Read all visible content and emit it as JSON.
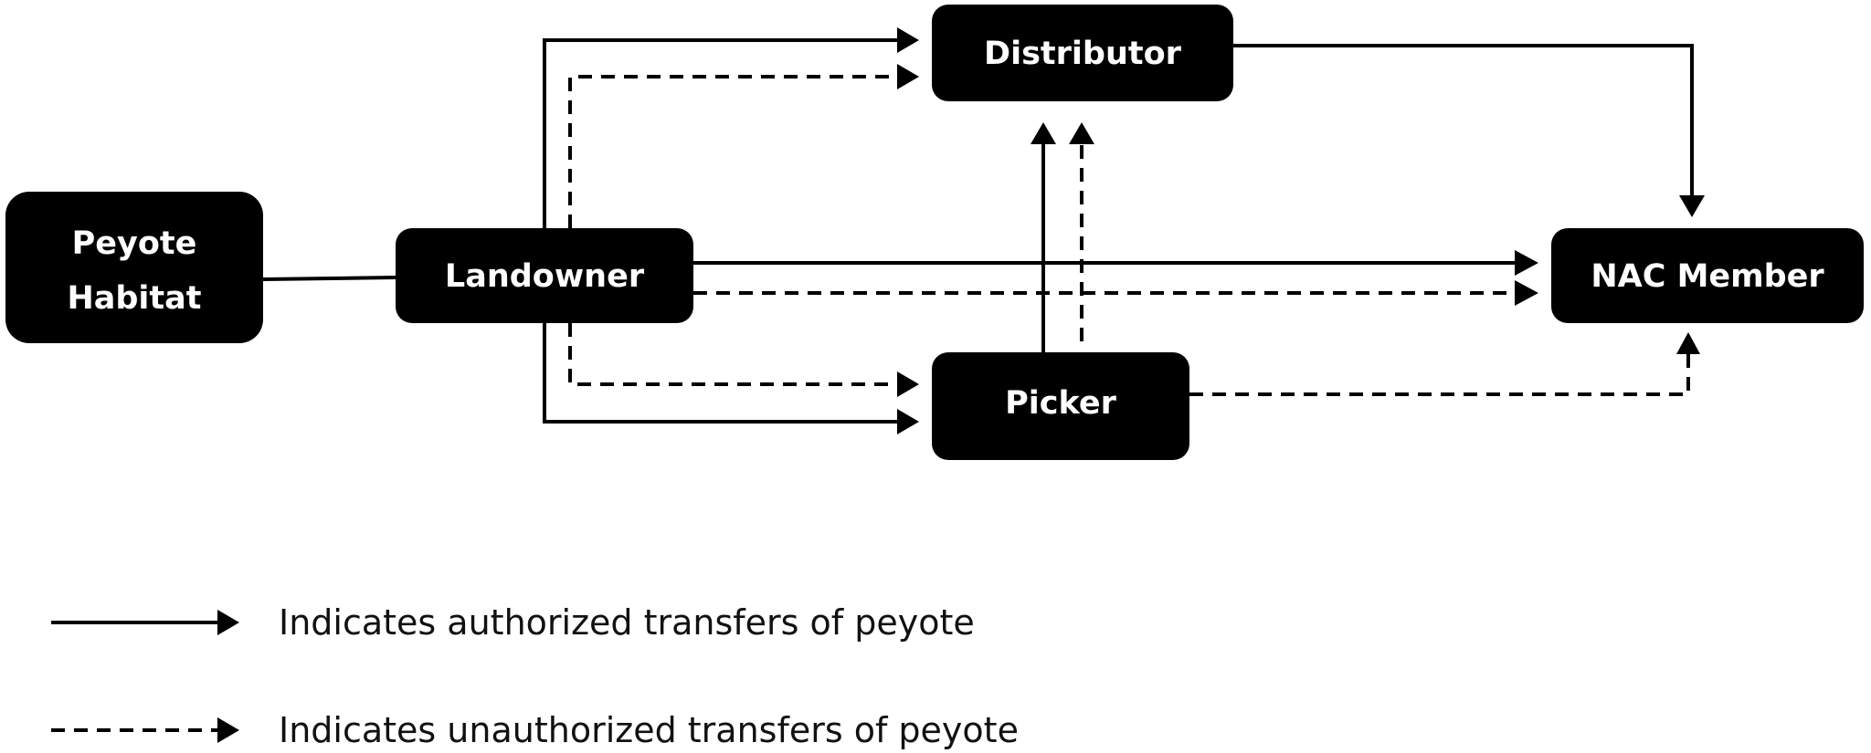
{
  "diagram": {
    "nodes": {
      "peyote_habitat": {
        "lines": [
          "Peyote",
          "Habitat"
        ]
      },
      "landowner": {
        "lines": [
          "Landowner"
        ]
      },
      "distributor": {
        "lines": [
          "Distributor"
        ]
      },
      "picker": {
        "lines": [
          "Picker"
        ]
      },
      "nac_member": {
        "lines": [
          "NAC Member"
        ]
      }
    },
    "edges": [
      {
        "id": "habitat-landowner",
        "from": "peyote_habitat",
        "to": "landowner",
        "style": "solid",
        "arrow": false
      },
      {
        "id": "landowner-distributor-solid",
        "from": "landowner",
        "to": "distributor",
        "style": "solid",
        "arrow": true
      },
      {
        "id": "landowner-distributor-dashed",
        "from": "landowner",
        "to": "distributor",
        "style": "dashed",
        "arrow": true
      },
      {
        "id": "landowner-nac-solid",
        "from": "landowner",
        "to": "nac_member",
        "style": "solid",
        "arrow": true
      },
      {
        "id": "landowner-nac-dashed",
        "from": "landowner",
        "to": "nac_member",
        "style": "dashed",
        "arrow": true
      },
      {
        "id": "landowner-picker-dashed",
        "from": "landowner",
        "to": "picker",
        "style": "dashed",
        "arrow": true
      },
      {
        "id": "landowner-picker-solid",
        "from": "landowner",
        "to": "picker",
        "style": "solid",
        "arrow": true
      },
      {
        "id": "picker-distributor-solid",
        "from": "picker",
        "to": "distributor",
        "style": "solid",
        "arrow": true
      },
      {
        "id": "picker-distributor-dashed",
        "from": "picker",
        "to": "distributor",
        "style": "dashed",
        "arrow": true
      },
      {
        "id": "distributor-nac-solid",
        "from": "distributor",
        "to": "nac_member",
        "style": "solid",
        "arrow": true
      },
      {
        "id": "picker-nac-dashed",
        "from": "picker",
        "to": "nac_member",
        "style": "dashed",
        "arrow": true
      }
    ],
    "legend": {
      "solid_label": "Indicates authorized transfers of peyote",
      "dashed_label": "Indicates unauthorized transfers of peyote"
    },
    "colors": {
      "node_fill": "#000000",
      "node_text": "#ffffff",
      "line": "#000000",
      "background": "#ffffff"
    }
  }
}
